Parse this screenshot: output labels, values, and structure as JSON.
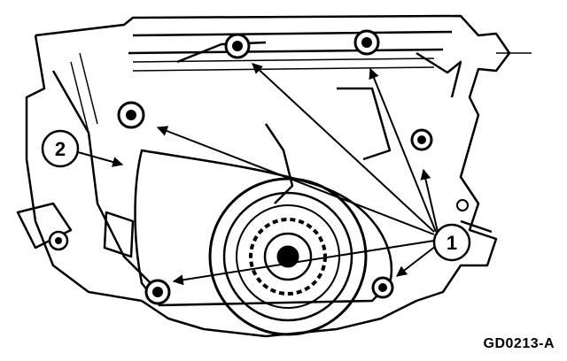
{
  "figure": {
    "code": "GD0213-A",
    "callouts": [
      {
        "id": "1",
        "label": "1"
      },
      {
        "id": "2",
        "label": "2"
      }
    ]
  },
  "colors": {
    "ink": "#000000",
    "paper": "#ffffff"
  }
}
